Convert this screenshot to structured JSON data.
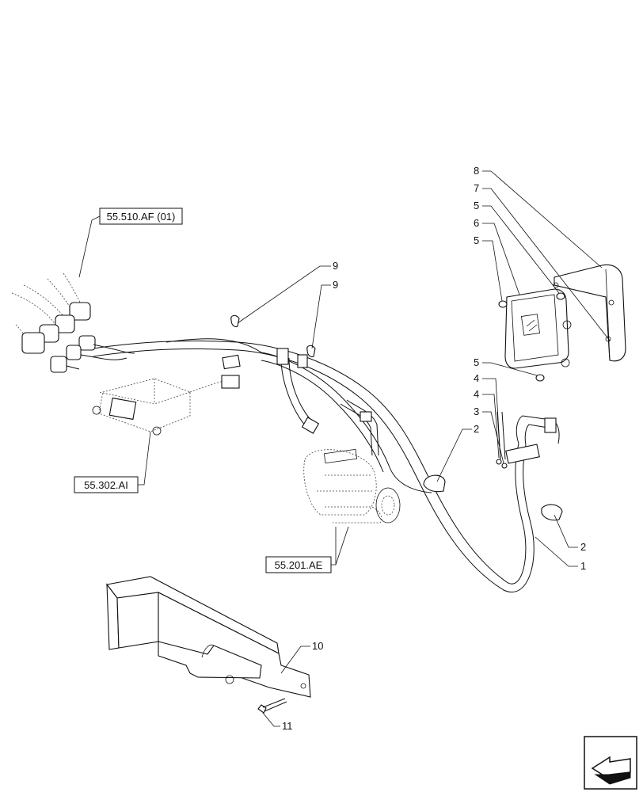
{
  "references": {
    "ecu_harness": "55.510.AF (01)",
    "controller": "55.302.AI",
    "starter": "55.201.AE"
  },
  "callouts": {
    "c1": "1",
    "c2a": "2",
    "c2b": "2",
    "c3": "3",
    "c4a": "4",
    "c4b": "4",
    "c5a": "5",
    "c5b": "5",
    "c5c": "5",
    "c6": "6",
    "c7": "7",
    "c8": "8",
    "c9a": "9",
    "c9b": "9",
    "c10": "10",
    "c11": "11"
  },
  "nav_icon": "arrow-navigation-icon"
}
